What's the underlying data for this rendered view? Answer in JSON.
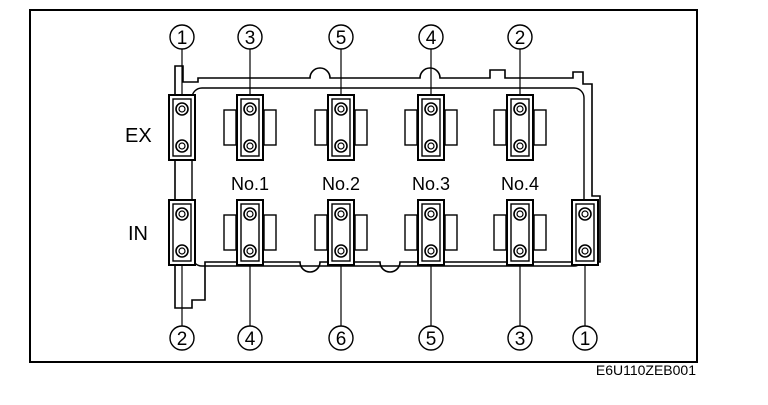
{
  "figure_code": "E6U110ZEB001",
  "rows": {
    "exhaust_label": "EX",
    "intake_label": "IN"
  },
  "cylinders": [
    "No.1",
    "No.2",
    "No.3",
    "No.4"
  ],
  "exhaust_sequence": [
    "1",
    "3",
    "5",
    "4",
    "2"
  ],
  "intake_sequence": [
    "2",
    "4",
    "6",
    "5",
    "3",
    "1"
  ],
  "colors": {
    "line": "#000000",
    "background": "#ffffff"
  }
}
